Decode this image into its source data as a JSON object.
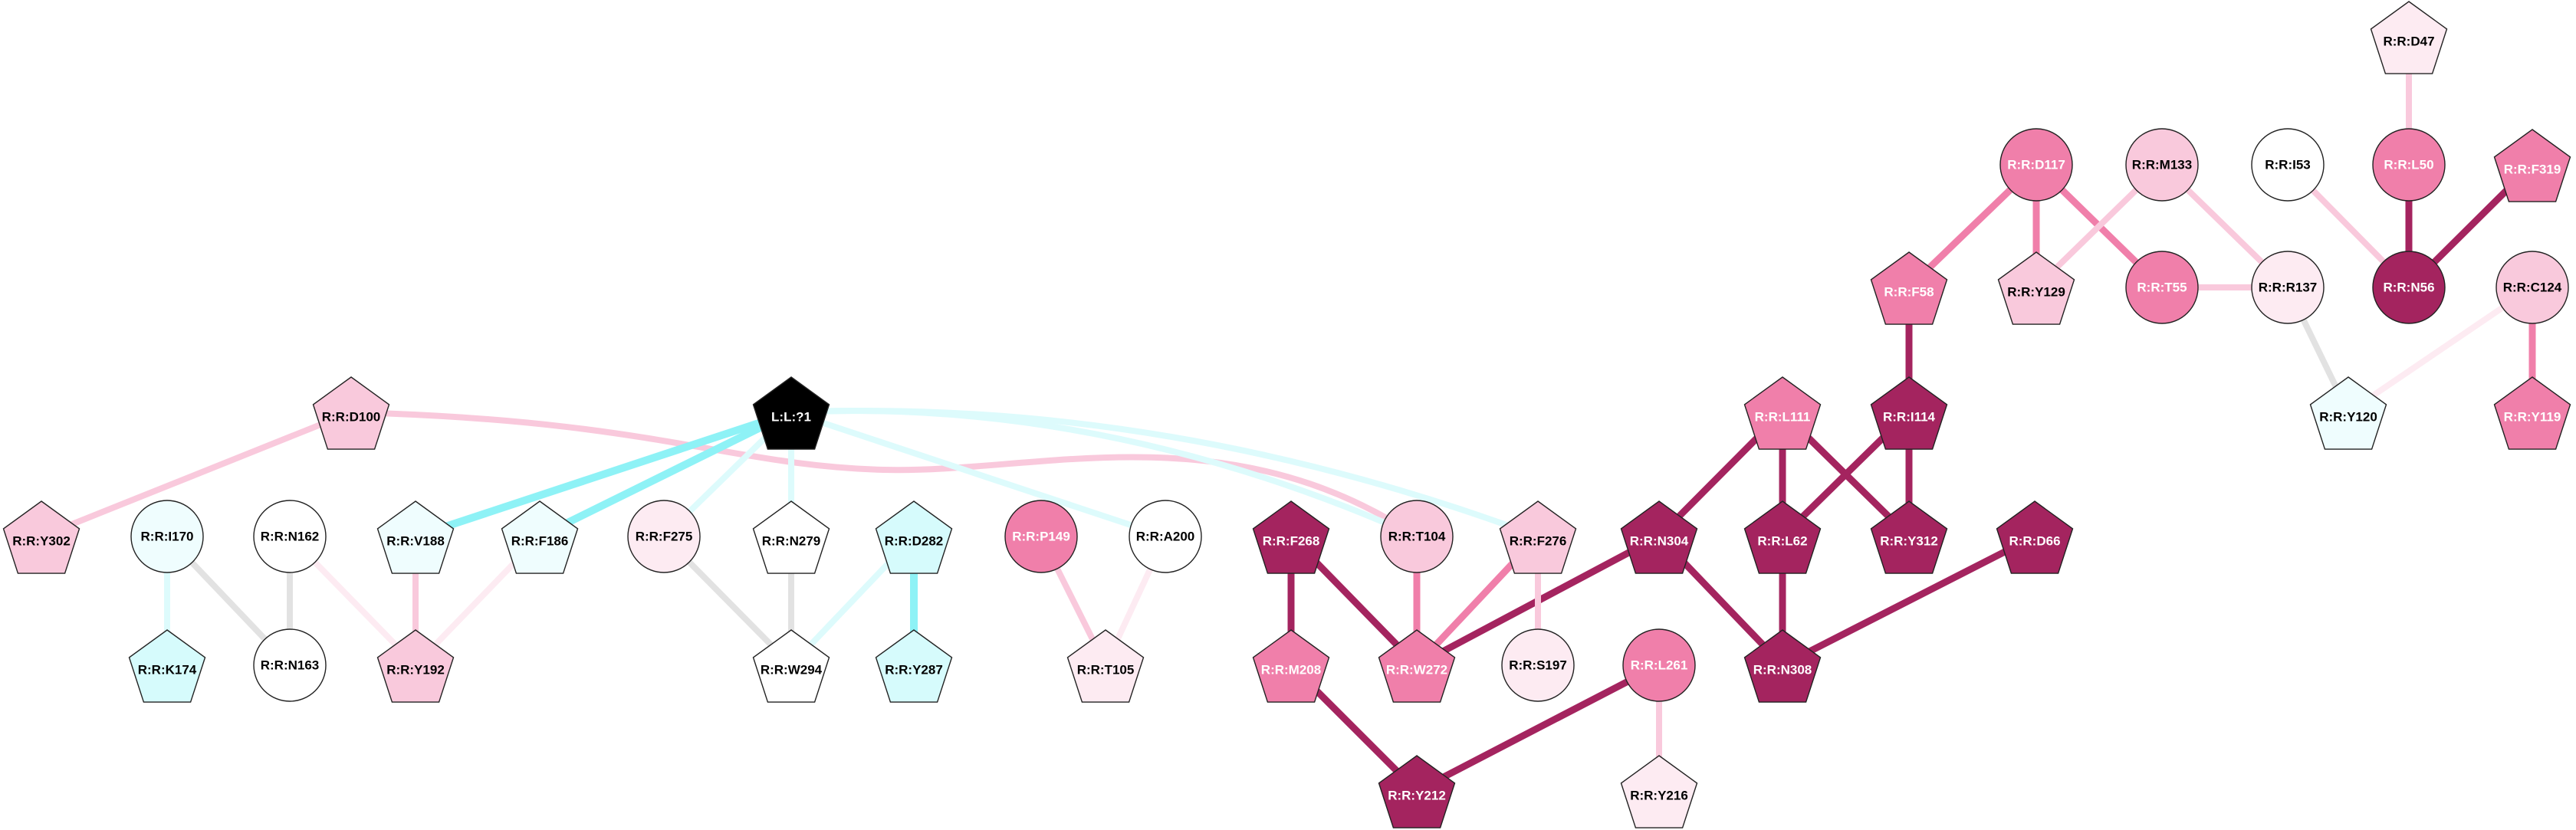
{
  "colors": {
    "dark_magenta": "#A4245F",
    "medium_pink": "#F07FAA",
    "light_pink": "#F9C9DC",
    "pale_pink": "#FDEBF2",
    "white": "#FFFFFF",
    "pale_cyan": "#EFFDFE",
    "light_cyan": "#D6FBFC",
    "black": "#000000",
    "edge_cyan": "#8EF2F6",
    "edge_pale_cyan": "#DDFBFC",
    "edge_gray": "#E2E2E2"
  },
  "nodes": [
    {
      "id": "D47",
      "label": "R:R:D47",
      "shape": "pentagon",
      "fill": "pale_pink"
    },
    {
      "id": "D117",
      "label": "R:R:D117",
      "shape": "circle",
      "fill": "medium_pink"
    },
    {
      "id": "M133",
      "label": "R:R:M133",
      "shape": "circle",
      "fill": "light_pink"
    },
    {
      "id": "I53",
      "label": "R:R:I53",
      "shape": "circle",
      "fill": "white"
    },
    {
      "id": "L50",
      "label": "R:R:L50",
      "shape": "circle",
      "fill": "medium_pink"
    },
    {
      "id": "F319",
      "label": "R:R:F319",
      "shape": "pentagon",
      "fill": "medium_pink"
    },
    {
      "id": "F58",
      "label": "R:R:F58",
      "shape": "pentagon",
      "fill": "medium_pink"
    },
    {
      "id": "Y129",
      "label": "R:R:Y129",
      "shape": "pentagon",
      "fill": "light_pink"
    },
    {
      "id": "T55",
      "label": "R:R:T55",
      "shape": "circle",
      "fill": "medium_pink"
    },
    {
      "id": "R137",
      "label": "R:R:R137",
      "shape": "circle",
      "fill": "pale_pink"
    },
    {
      "id": "N56",
      "label": "R:R:N56",
      "shape": "circle",
      "fill": "dark_magenta"
    },
    {
      "id": "C124",
      "label": "R:R:C124",
      "shape": "circle",
      "fill": "light_pink"
    },
    {
      "id": "D100",
      "label": "R:R:D100",
      "shape": "pentagon",
      "fill": "light_pink"
    },
    {
      "id": "L71",
      "label": "L:L:?1",
      "shape": "pentagon",
      "fill": "black"
    },
    {
      "id": "L111",
      "label": "R:R:L111",
      "shape": "pentagon",
      "fill": "medium_pink"
    },
    {
      "id": "I114",
      "label": "R:R:I114",
      "shape": "pentagon",
      "fill": "dark_magenta"
    },
    {
      "id": "Y120",
      "label": "R:R:Y120",
      "shape": "pentagon",
      "fill": "pale_cyan"
    },
    {
      "id": "Y119",
      "label": "R:R:Y119",
      "shape": "pentagon",
      "fill": "medium_pink"
    },
    {
      "id": "Y302",
      "label": "R:R:Y302",
      "shape": "pentagon",
      "fill": "light_pink"
    },
    {
      "id": "I170",
      "label": "R:R:I170",
      "shape": "circle",
      "fill": "pale_cyan"
    },
    {
      "id": "N162",
      "label": "R:R:N162",
      "shape": "circle",
      "fill": "white"
    },
    {
      "id": "V188",
      "label": "R:R:V188",
      "shape": "pentagon",
      "fill": "pale_cyan"
    },
    {
      "id": "F186",
      "label": "R:R:F186",
      "shape": "pentagon",
      "fill": "pale_cyan"
    },
    {
      "id": "F275",
      "label": "R:R:F275",
      "shape": "circle",
      "fill": "pale_pink"
    },
    {
      "id": "N279",
      "label": "R:R:N279",
      "shape": "pentagon",
      "fill": "white"
    },
    {
      "id": "D282",
      "label": "R:R:D282",
      "shape": "pentagon",
      "fill": "light_cyan"
    },
    {
      "id": "P149",
      "label": "R:R:P149",
      "shape": "circle",
      "fill": "medium_pink"
    },
    {
      "id": "A200",
      "label": "R:R:A200",
      "shape": "circle",
      "fill": "white"
    },
    {
      "id": "F268",
      "label": "R:R:F268",
      "shape": "pentagon",
      "fill": "dark_magenta"
    },
    {
      "id": "T104",
      "label": "R:R:T104",
      "shape": "circle",
      "fill": "light_pink"
    },
    {
      "id": "F276",
      "label": "R:R:F276",
      "shape": "pentagon",
      "fill": "light_pink"
    },
    {
      "id": "N304",
      "label": "R:R:N304",
      "shape": "pentagon",
      "fill": "dark_magenta"
    },
    {
      "id": "L62",
      "label": "R:R:L62",
      "shape": "pentagon",
      "fill": "dark_magenta"
    },
    {
      "id": "Y312",
      "label": "R:R:Y312",
      "shape": "pentagon",
      "fill": "dark_magenta"
    },
    {
      "id": "D66",
      "label": "R:R:D66",
      "shape": "pentagon",
      "fill": "dark_magenta"
    },
    {
      "id": "K174",
      "label": "R:R:K174",
      "shape": "pentagon",
      "fill": "light_cyan"
    },
    {
      "id": "N163",
      "label": "R:R:N163",
      "shape": "circle",
      "fill": "white"
    },
    {
      "id": "Y192",
      "label": "R:R:Y192",
      "shape": "pentagon",
      "fill": "light_pink"
    },
    {
      "id": "W294",
      "label": "R:R:W294",
      "shape": "pentagon",
      "fill": "white"
    },
    {
      "id": "Y287",
      "label": "R:R:Y287",
      "shape": "pentagon",
      "fill": "light_cyan"
    },
    {
      "id": "T105",
      "label": "R:R:T105",
      "shape": "pentagon",
      "fill": "pale_pink"
    },
    {
      "id": "M208",
      "label": "R:R:M208",
      "shape": "pentagon",
      "fill": "medium_pink"
    },
    {
      "id": "W272",
      "label": "R:R:W272",
      "shape": "pentagon",
      "fill": "medium_pink"
    },
    {
      "id": "S197",
      "label": "R:R:S197",
      "shape": "circle",
      "fill": "pale_pink"
    },
    {
      "id": "L261",
      "label": "R:R:L261",
      "shape": "circle",
      "fill": "medium_pink"
    },
    {
      "id": "N308",
      "label": "R:R:N308",
      "shape": "pentagon",
      "fill": "dark_magenta"
    },
    {
      "id": "Y212",
      "label": "R:R:Y212",
      "shape": "pentagon",
      "fill": "dark_magenta"
    },
    {
      "id": "Y216",
      "label": "R:R:Y216",
      "shape": "pentagon",
      "fill": "pale_pink"
    }
  ],
  "edges": [
    {
      "from": "D47",
      "to": "L50",
      "color": "light_pink"
    },
    {
      "from": "L50",
      "to": "N56",
      "color": "dark_magenta"
    },
    {
      "from": "F319",
      "to": "N56",
      "color": "dark_magenta"
    },
    {
      "from": "I53",
      "to": "N56",
      "color": "light_pink"
    },
    {
      "from": "D117",
      "to": "F58",
      "color": "medium_pink"
    },
    {
      "from": "D117",
      "to": "Y129",
      "color": "medium_pink"
    },
    {
      "from": "D117",
      "to": "T55",
      "color": "medium_pink"
    },
    {
      "from": "M133",
      "to": "Y129",
      "color": "light_pink"
    },
    {
      "from": "M133",
      "to": "R137",
      "color": "light_pink"
    },
    {
      "from": "R137",
      "to": "T55",
      "color": "light_pink"
    },
    {
      "from": "R137",
      "to": "Y120",
      "color": "edge_gray"
    },
    {
      "from": "C124",
      "to": "Y120",
      "color": "pale_pink"
    },
    {
      "from": "C124",
      "to": "Y119",
      "color": "medium_pink"
    },
    {
      "from": "F58",
      "to": "I114",
      "color": "dark_magenta"
    },
    {
      "from": "L111",
      "to": "N304",
      "color": "dark_magenta"
    },
    {
      "from": "L111",
      "to": "L62",
      "color": "dark_magenta"
    },
    {
      "from": "L111",
      "to": "Y312",
      "color": "dark_magenta"
    },
    {
      "from": "I114",
      "to": "L62",
      "color": "dark_magenta"
    },
    {
      "from": "I114",
      "to": "Y312",
      "color": "dark_magenta"
    },
    {
      "from": "N304",
      "to": "N308",
      "color": "dark_magenta"
    },
    {
      "from": "N304",
      "to": "W272",
      "color": "dark_magenta"
    },
    {
      "from": "L62",
      "to": "N308",
      "color": "dark_magenta"
    },
    {
      "from": "D66",
      "to": "N308",
      "color": "dark_magenta"
    },
    {
      "from": "F268",
      "to": "M208",
      "color": "dark_magenta"
    },
    {
      "from": "F268",
      "to": "W272",
      "color": "dark_magenta"
    },
    {
      "from": "M208",
      "to": "Y212",
      "color": "dark_magenta"
    },
    {
      "from": "L261",
      "to": "Y212",
      "color": "dark_magenta"
    },
    {
      "from": "L261",
      "to": "Y216",
      "color": "light_pink"
    },
    {
      "from": "T104",
      "to": "W272",
      "color": "medium_pink"
    },
    {
      "from": "F276",
      "to": "W272",
      "color": "medium_pink"
    },
    {
      "from": "F276",
      "to": "S197",
      "color": "light_pink"
    },
    {
      "from": "D100",
      "to": "Y302",
      "color": "light_pink"
    },
    {
      "from": "D100",
      "to": "T104",
      "color": "light_pink",
      "curve": "wave"
    },
    {
      "from": "L71",
      "to": "Y302",
      "color": "edge_cyan",
      "curve": "none",
      "skip": true
    },
    {
      "from": "L71",
      "to": "V188",
      "color": "edge_cyan"
    },
    {
      "from": "L71",
      "to": "F186",
      "color": "edge_cyan"
    },
    {
      "from": "L71",
      "to": "F275",
      "color": "edge_pale_cyan"
    },
    {
      "from": "L71",
      "to": "N279",
      "color": "edge_pale_cyan"
    },
    {
      "from": "L71",
      "to": "A200",
      "color": "edge_pale_cyan"
    },
    {
      "from": "L71",
      "to": "T104",
      "color": "edge_pale_cyan",
      "curve": "arc"
    },
    {
      "from": "L71",
      "to": "F276",
      "color": "edge_pale_cyan",
      "curve": "arc"
    },
    {
      "from": "I170",
      "to": "K174",
      "color": "edge_pale_cyan"
    },
    {
      "from": "I170",
      "to": "N163",
      "color": "edge_gray"
    },
    {
      "from": "N162",
      "to": "N163",
      "color": "edge_gray"
    },
    {
      "from": "N162",
      "to": "Y192",
      "color": "pale_pink"
    },
    {
      "from": "V188",
      "to": "Y192",
      "color": "light_pink"
    },
    {
      "from": "F186",
      "to": "Y192",
      "color": "pale_pink"
    },
    {
      "from": "F275",
      "to": "W294",
      "color": "edge_gray"
    },
    {
      "from": "N279",
      "to": "W294",
      "color": "edge_gray"
    },
    {
      "from": "D282",
      "to": "W294",
      "color": "edge_pale_cyan"
    },
    {
      "from": "D282",
      "to": "Y287",
      "color": "edge_cyan"
    },
    {
      "from": "P149",
      "to": "T105",
      "color": "light_pink"
    },
    {
      "from": "A200",
      "to": "T105",
      "color": "pale_pink"
    }
  ]
}
